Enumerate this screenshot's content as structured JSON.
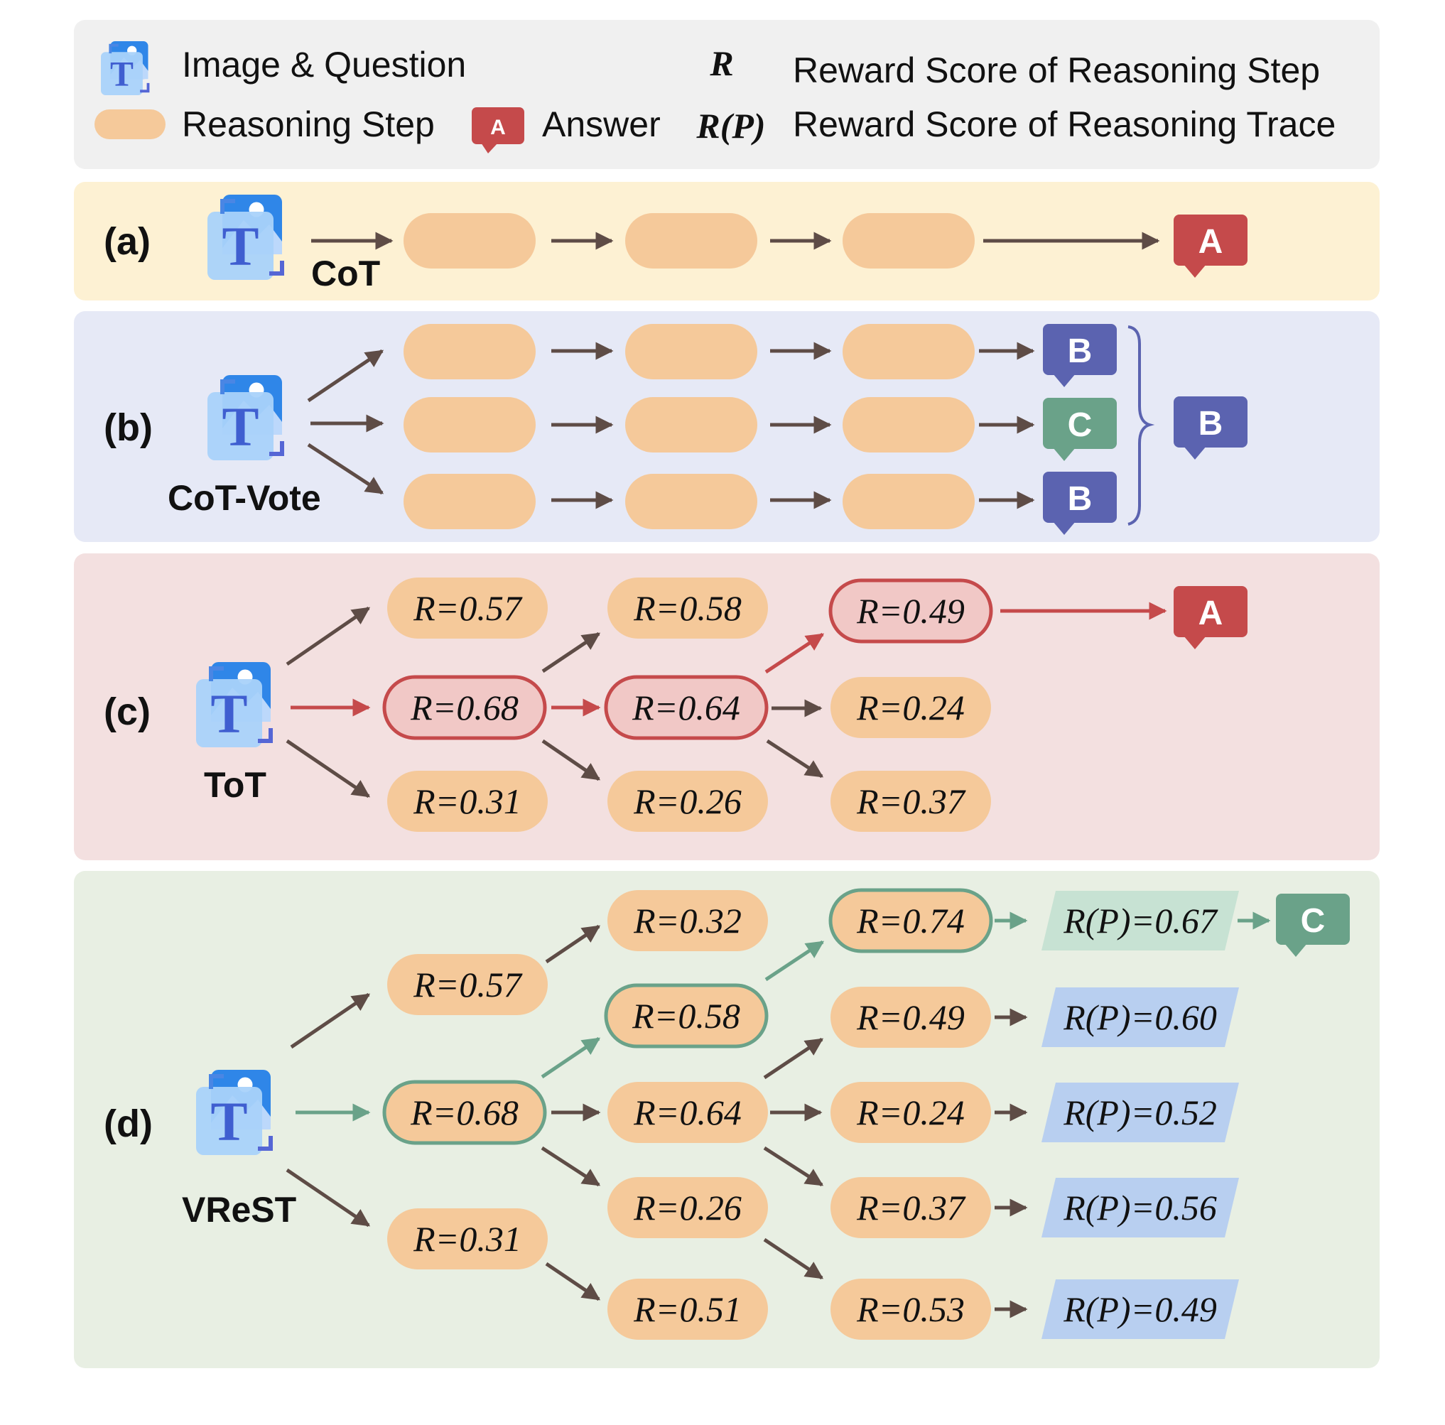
{
  "legend": {
    "image_question": "Image & Question",
    "reasoning_step": "Reasoning Step",
    "answer_glyph": "A",
    "answer": "Answer",
    "r_symbol": "R",
    "r_desc": "Reward Score of Reasoning Step",
    "rp_symbol": "R(P)",
    "rp_desc": "Reward Score of Reasoning Trace"
  },
  "panels": {
    "a": {
      "tag": "(a)",
      "method": "CoT",
      "answer": "A"
    },
    "b": {
      "tag": "(b)",
      "method": "CoT-Vote",
      "answers": [
        "B",
        "C",
        "B"
      ],
      "final": "B"
    },
    "c": {
      "tag": "(c)",
      "method": "ToT",
      "answer": "A",
      "steps": [
        "R=0.57",
        "R=0.68",
        "R=0.31",
        "R=0.58",
        "R=0.64",
        "R=0.26",
        "R=0.49",
        "R=0.24",
        "R=0.37"
      ]
    },
    "d": {
      "tag": "(d)",
      "method": "VReST",
      "answer": "C",
      "steps": [
        "R=0.57",
        "R=0.68",
        "R=0.31",
        "R=0.32",
        "R=0.58",
        "R=0.64",
        "R=0.26",
        "R=0.51",
        "R=0.74",
        "R=0.49",
        "R=0.24",
        "R=0.37",
        "R=0.53"
      ],
      "traces": [
        "R(P)=0.67",
        "R(P)=0.60",
        "R(P)=0.52",
        "R(P)=0.56",
        "R(P)=0.49"
      ]
    }
  },
  "colors": {
    "legend_bg": "#f0f0f0",
    "panel_a": "#fdf1d3",
    "panel_b": "#e6e9f6",
    "panel_c": "#f3e0e0",
    "panel_d": "#e8efe3",
    "step": "#f5c99a",
    "arrow": "#5e4c46",
    "red": "#c54a4b",
    "blue": "#5b63b0",
    "green": "#6aa289",
    "trace_blue": "#b8cff0",
    "trace_green": "#c7e2d3"
  }
}
